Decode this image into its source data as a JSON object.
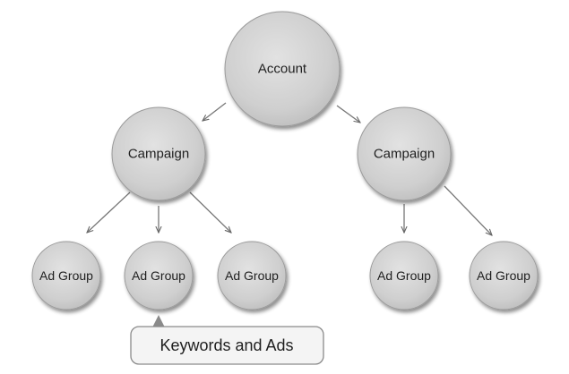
{
  "diagram": {
    "root": {
      "label": "Account"
    },
    "campaigns": [
      {
        "label": "Campaign"
      },
      {
        "label": "Campaign"
      }
    ],
    "ad_groups": [
      {
        "label": "Ad Group"
      },
      {
        "label": "Ad Group"
      },
      {
        "label": "Ad Group"
      },
      {
        "label": "Ad Group"
      },
      {
        "label": "Ad Group"
      }
    ],
    "callout": {
      "label": "Keywords and Ads"
    }
  }
}
